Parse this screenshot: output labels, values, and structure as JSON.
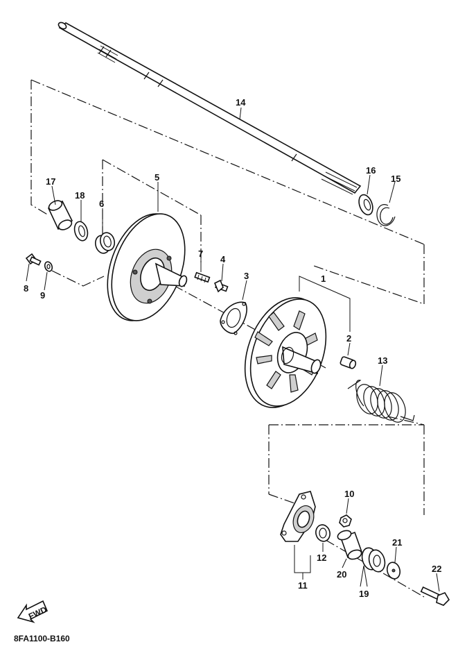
{
  "diagram_code": "8FA1100-B160",
  "fwd_label": "FWD",
  "callouts": {
    "c1": "1",
    "c2": "2",
    "c3": "3",
    "c4": "4",
    "c5": "5",
    "c6": "6",
    "c7": "7",
    "c8": "8",
    "c9": "9",
    "c10": "10",
    "c11": "11",
    "c12": "12",
    "c13": "13",
    "c14": "14",
    "c15": "15",
    "c16": "16",
    "c17": "17",
    "c18": "18",
    "c19": "19",
    "c20": "20",
    "c21": "21",
    "c22": "22"
  }
}
